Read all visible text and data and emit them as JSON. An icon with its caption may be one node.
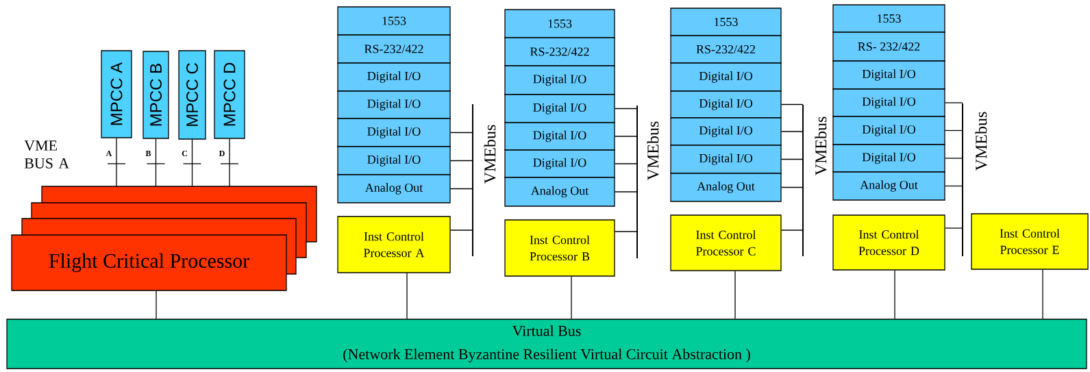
{
  "diagram": {
    "nodes": [
      {
        "text": [
          "Virtual Bus",
          "(Network Element Byzantine Resilient Virtual Circuit Abstraction )"
        ]
      },
      {
        "text": [
          "Flight Critical Processor"
        ]
      },
      {
        "text": [
          "MPCC A"
        ]
      },
      {
        "text": [
          "MPCC B"
        ]
      },
      {
        "text": [
          "MPCC C"
        ]
      },
      {
        "text": [
          "MPCC D"
        ]
      },
      {
        "text": [
          "1553"
        ]
      },
      {
        "text": [
          "RS-232/422"
        ]
      },
      {
        "text": [
          "Digital I/O"
        ]
      },
      {
        "text": [
          "Digital I/O"
        ]
      },
      {
        "text": [
          "Digital I/O"
        ]
      },
      {
        "text": [
          "Digital I/O"
        ]
      },
      {
        "text": [
          "Analog Out"
        ]
      },
      {
        "text": [
          "Inst Control Processor A"
        ]
      },
      {
        "text": [],
        "shape": "bar",
        "beside": [
          "VMEbus"
        ]
      },
      {
        "text": [
          "1553"
        ]
      },
      {
        "text": [
          "RS-232/422"
        ]
      },
      {
        "text": [
          "Digital I/O"
        ]
      },
      {
        "text": [
          "Digital I/O"
        ]
      },
      {
        "text": [
          "Digital I/O"
        ]
      },
      {
        "text": [
          "Digital I/O"
        ]
      },
      {
        "text": [
          "Analog Out"
        ]
      },
      {
        "text": [
          "Inst Control Processor B"
        ]
      },
      {
        "text": [],
        "shape": "bar",
        "beside": [
          "VMEbus"
        ]
      },
      {
        "text": [
          "1553"
        ]
      },
      {
        "text": [
          "RS-232/422"
        ]
      },
      {
        "text": [
          "Digital I/O"
        ]
      },
      {
        "text": [
          "Digital I/O"
        ]
      },
      {
        "text": [
          "Digital I/O"
        ]
      },
      {
        "text": [
          "Digital I/O"
        ]
      },
      {
        "text": [
          "Analog Out"
        ]
      },
      {
        "text": [
          "Inst Control Processor C"
        ]
      },
      {
        "text": [],
        "shape": "bar",
        "beside": [
          "VMEbus"
        ]
      },
      {
        "text": [
          "1553"
        ]
      },
      {
        "text": [
          "RS- 232/422"
        ]
      },
      {
        "text": [
          "Digital I/O"
        ]
      },
      {
        "text": [
          "Digital I/O"
        ]
      },
      {
        "text": [
          "Digital I/O"
        ]
      },
      {
        "text": [
          "Digital I/O"
        ]
      },
      {
        "text": [
          "Analog Out"
        ]
      },
      {
        "text": [
          "Inst Control Processor D"
        ]
      },
      {
        "text": [],
        "shape": "bar",
        "beside": [
          "VMEbus"
        ]
      },
      {
        "text": [
          "Inst Control Processor E"
        ]
      }
    ],
    "edges": [
      {
        "from": 2,
        "to": 1,
        "arrow": "none",
        "label": "A"
      },
      {
        "from": 3,
        "to": 1,
        "arrow": "none",
        "label": "B"
      },
      {
        "from": 4,
        "to": 1,
        "arrow": "none",
        "label": "C"
      },
      {
        "from": 5,
        "to": 1,
        "arrow": "none",
        "label": "D"
      },
      {
        "from": 1,
        "to": 0,
        "arrow": "none"
      },
      {
        "from": 10,
        "to": 14,
        "arrow": "none"
      },
      {
        "from": 11,
        "to": 14,
        "arrow": "none"
      },
      {
        "from": 12,
        "to": 14,
        "arrow": "none"
      },
      {
        "from": 13,
        "to": 14,
        "arrow": "none"
      },
      {
        "from": 13,
        "to": 0,
        "arrow": "none"
      },
      {
        "from": 18,
        "to": 23,
        "arrow": "none"
      },
      {
        "from": 19,
        "to": 23,
        "arrow": "none"
      },
      {
        "from": 20,
        "to": 23,
        "arrow": "none"
      },
      {
        "from": 21,
        "to": 23,
        "arrow": "none"
      },
      {
        "from": 22,
        "to": 23,
        "arrow": "none"
      },
      {
        "from": 22,
        "to": 0,
        "arrow": "none"
      },
      {
        "from": 27,
        "to": 32,
        "arrow": "none"
      },
      {
        "from": 28,
        "to": 32,
        "arrow": "none"
      },
      {
        "from": 29,
        "to": 32,
        "arrow": "none"
      },
      {
        "from": 30,
        "to": 32,
        "arrow": "none"
      },
      {
        "from": 31,
        "to": 32,
        "arrow": "none"
      },
      {
        "from": 31,
        "to": 0,
        "arrow": "none"
      },
      {
        "from": 36,
        "to": 41,
        "arrow": "none"
      },
      {
        "from": 37,
        "to": 41,
        "arrow": "none"
      },
      {
        "from": 38,
        "to": 41,
        "arrow": "none"
      },
      {
        "from": 39,
        "to": 41,
        "arrow": "none"
      },
      {
        "from": 40,
        "to": 41,
        "arrow": "none"
      },
      {
        "from": 40,
        "to": 0,
        "arrow": "none"
      },
      {
        "from": 42,
        "to": 0,
        "arrow": "none"
      }
    ],
    "labels": [
      "VME BUS A"
    ]
  }
}
